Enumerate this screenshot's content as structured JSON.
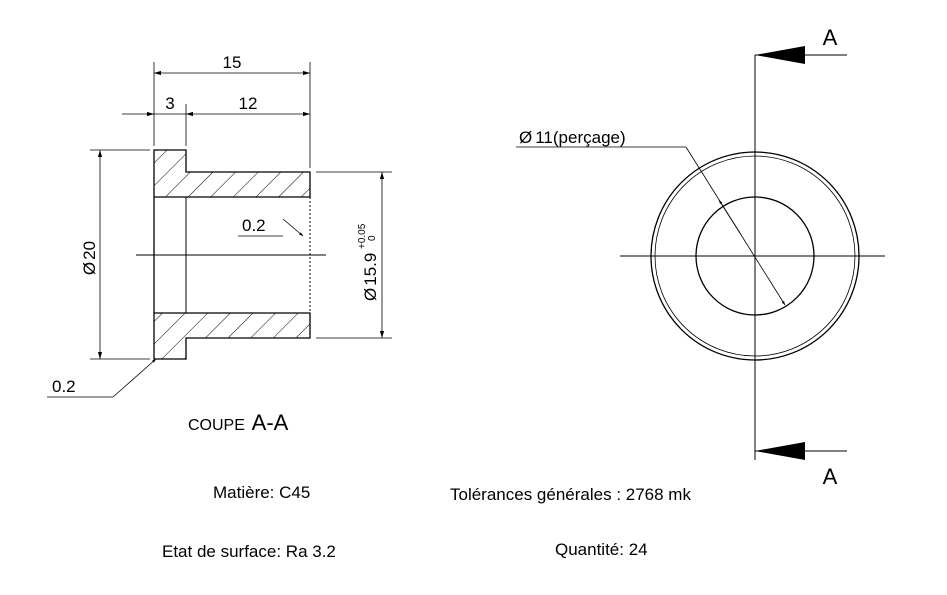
{
  "dims": {
    "total_length": "15",
    "flange_length": "3",
    "body_length": "12",
    "flange_diameter": "20",
    "bore_diameter": "15.9",
    "bore_tol_upper": "+0.05",
    "bore_tol_lower": "0",
    "chamfer_inner": "0.2",
    "chamfer_outer": "0.2",
    "drill_diameter": "11(perçage)"
  },
  "symbols": {
    "diameter": "Ø"
  },
  "section": {
    "caption_word": "COUPE",
    "caption_id": "A-A",
    "cut_label_top": "A",
    "cut_label_bottom": "A"
  },
  "notes": {
    "material": "Matière: C45",
    "surface": "Etat de surface: Ra 3.2",
    "tolerances": "Tolérances générales : 2768 mk",
    "quantity": "Quantité: 24"
  }
}
